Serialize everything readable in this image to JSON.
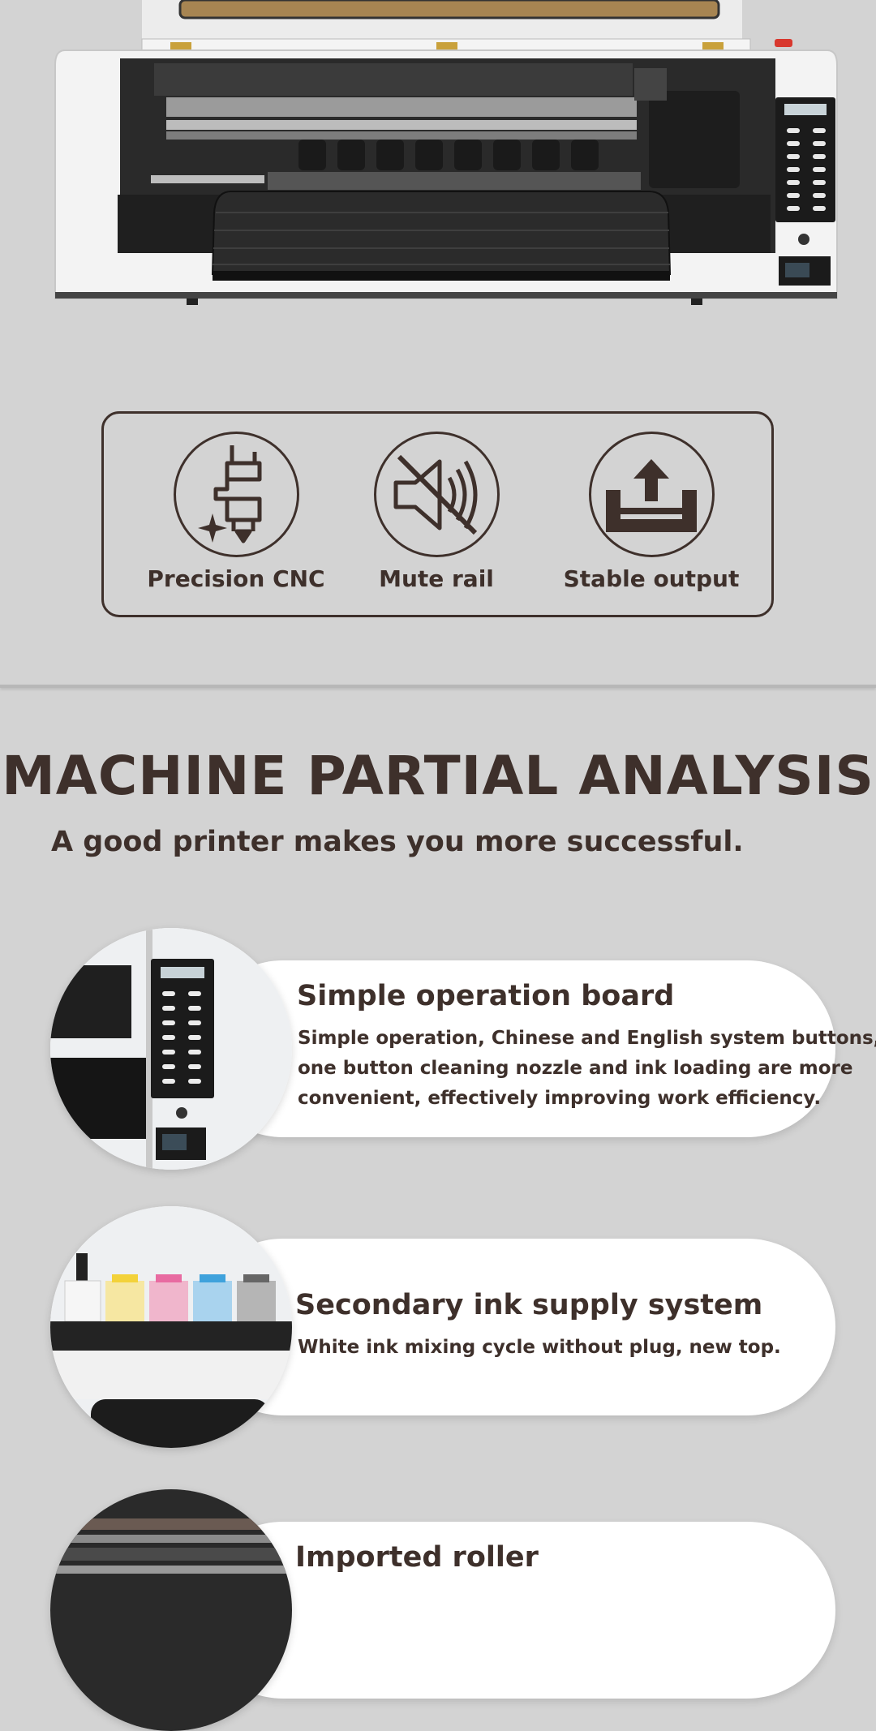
{
  "features": [
    {
      "label": "Precision CNC",
      "icon": "cnc-spindle-icon"
    },
    {
      "label": "Mute rail",
      "icon": "mute-speaker-icon"
    },
    {
      "label": "Stable output",
      "icon": "upload-tray-icon"
    }
  ],
  "section": {
    "title": "MACHINE PARTIAL ANALYSIS",
    "subtitle": "A good printer makes you more successful."
  },
  "cards": [
    {
      "title": "Simple operation board",
      "lines": [
        "Simple operation, Chinese and English system buttons,",
        "one button cleaning nozzle and ink loading are more",
        "convenient, effectively improving work efficiency."
      ]
    },
    {
      "title": "Secondary ink supply system",
      "lines": [
        "White ink mixing cycle without plug, new top."
      ]
    },
    {
      "title": "Imported roller",
      "lines": []
    }
  ],
  "colors": {
    "background": "#d3d3d3",
    "text": "#3e302b",
    "card": "#ffffff"
  }
}
